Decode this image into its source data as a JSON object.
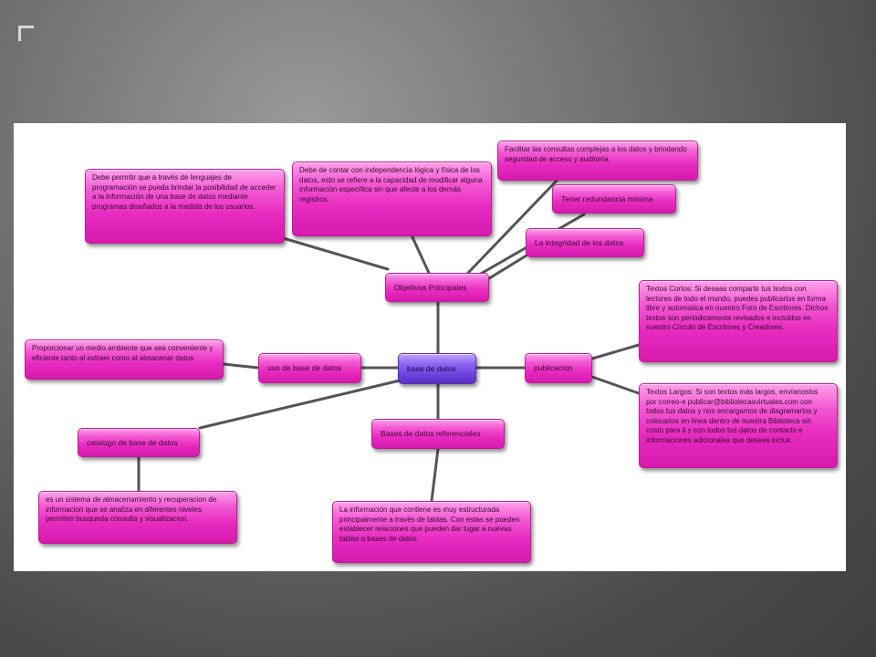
{
  "diagram": {
    "center": "base de datos",
    "hubs": {
      "objetivos": "Objetivos  Principales",
      "uso": "uso de base de datos",
      "publicacion": "publicacion",
      "catalogo": "catalogo de base de datos",
      "referenciales": "Bases de datos referenciales"
    },
    "objetivos_items": {
      "lenguajes": "Debe permitir que a través de lenguajes de programación se pueda brindar la posibilidad de acceder a la información de una base de datos mediante programas diseñados a la medida de los usuarios.",
      "independencia": "Debe de contar con independencia lógica y física de los datos, esto se refiere a la capacidad de modificar alguna información específica sin que afecte a los demás registros.",
      "consultas": "Facilitar las consultas complejas a los datos y brindando seguridad de acceso y auditoría.",
      "redundancia": "Tener redundancia mínima",
      "integridad": "La integridad de los datos"
    },
    "uso_item": "Proporcionar un medio ambiente que sea conveniente y eficiente tanto al extraer como al almacenar datos.",
    "publicacion_items": {
      "cortos": " Textos Cortos: Si deseas compartir tus textos con lectores de todo el mundo, puedes publicarlos en forma libre y automática en nuestro Foro de Escritores. Dichos textos son periódicamente revisados e incluidos en nuestro Círculo de Escritores y Creadores.",
      "largos": "Textos Largos: Si son textos más largos, envíanoslos por correo-e publicar@bibliotecasvirtuales.com  con todos tus datos y nos encargamos de diagramarlos y colocarlos en línea dentro de nuestra Biblioteca sin costo para ti y con todos tus datos de contacto e informaciones adicionales que desees incluir."
    },
    "catalogo_item": "es un sistema de almacenamiento y recuperacion de informacion que se analiza en diferentes niveles, permiten busqueda consulta y visualizacion.",
    "referenciales_item": "La información que contiene es muy estructurada principalmente a través de tablas. Con éstas se pueden establecer relaciones que pueden dar lugar a nuevas tablas o bases de datos.",
    "colors": {
      "node_pink": "#e82cc1",
      "node_center_purple": "#6e42dc",
      "connector": "#555555",
      "background_gray": "#6f6f6f"
    }
  }
}
